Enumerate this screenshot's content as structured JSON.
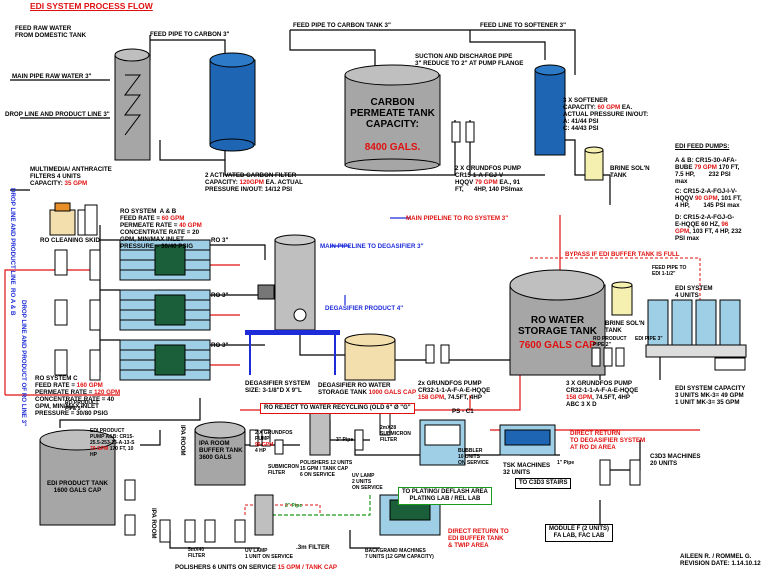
{
  "title": "EDI SYSTEM PROCESS FLOW",
  "colors": {
    "red": "#e01010",
    "blue": "#1d2bd8",
    "green": "#118a18",
    "tank_blue": "#1e66b4",
    "tank_grey": "#a6a6a6",
    "tank_cream": "#f3dfae",
    "tank_pale": "#f6f0b0",
    "module_blue": "#9fcfe6",
    "box_border": "#000000"
  },
  "labels": {
    "feed_raw_water": "FEED RAW WATER\nFROM DOMESTIC TANK",
    "main_pipe_raw_water": "MAIN PIPE RAW WATER 3\"",
    "drop_line_product": "DROP LINE AND PRODUCT LINE 3\"",
    "feed_pipe_carbon_1": "FEED PIPE TO CARBON 3\"",
    "feed_pipe_carbon_tank": "FEED PIPE TO CARBON TANK 3\"",
    "feed_line_softener": "FEED LINE TO SOFTENER 3\"",
    "suction_discharge": "SUCTION AND DISCHARGE PIPE\n3\" REDUCE TO 2\" AT PUMP FLANGE",
    "multimedia": "MULTIMEDIA/ ANTHRACITE\nFILTERS 4 UNITS\nCAPACITY: ",
    "multimedia_cap": "35 GPM",
    "carbon_filter": "2 ACTIVATED CARBON FILTER\nCAPACITY: ",
    "carbon_filter_cap": "120GPM",
    "carbon_filter_rest": " EA. ACTUAL\nPRESSURE IN/OUT: 14/12 PSI",
    "grundfos_1": "2 X GRUNDFOS PUMP\nCR15-1-A-FGJ-V-\nHQQV ",
    "grundfos_1_flow": "79 GPM",
    "grundfos_1_rest": " EA., 91\nFT,      4HP, 140 PSImax",
    "softener": "3 X SOFTENER\nCAPACITY: ",
    "softener_cap": "60 GPM",
    "softener_rest": " EA.\nACTUAL PRESSURE IN/OUT:\nA: 41/44 PSI\nC: 44/43 PSI",
    "brine_soln_1": "BRINE SOL'N\nTANK",
    "edi_feed_pumps_title": "EDI FEED PUMPS:",
    "edi_feed_pumps_ab": "A & B: CR15-30-AFA-\nBUBE ",
    "edi_feed_pumps_ab_flow": "79 GPM",
    "edi_feed_pumps_ab_rest": " 170 FT,\n7.5 HP,        232 PSI\nmax",
    "edi_feed_pumps_c": "C: CR15-2-A-FGJ-I-V-\nHQQV ",
    "edi_feed_pumps_c_flow": "90 GPM",
    "edi_feed_pumps_c_rest": ", 101 FT,\n4 HP,        145 PSI max",
    "edi_feed_pumps_d": "D: CR15-2-A-FGJ-G-\nE-HQQE 60 HZ, ",
    "edi_feed_pumps_d_flow": "96\nGPM",
    "edi_feed_pumps_d_rest": ", 103 FT, 4 HP, 232\nPSI max",
    "ro_system_ab": "RO SYSTEM  A & B\nFEED RATE = ",
    "ro_system_ab_feed": "60 GPM",
    "ro_system_ab_perm_l": "\nPERMEATE RATE = ",
    "ro_system_ab_perm": "40 GPM",
    "ro_system_ab_rest": "\nCONCENTRATE RATE = 20\nGPM, MIN/MAX INLET\nPRESSURE = 30/40 PSIG",
    "ro_cleaning_skid": "RO CLEANING SKID",
    "main_pipeline_ro": "MAIN PIPELINE TO RO SYSTEM 3\"",
    "main_pipeline_degasifier": "MAIN PIPELINE TO DEGASIFIER 3\"",
    "degasifier_product": "DEGASIFIER PRODUCT 4\"",
    "ro_3in_1": "RO 3\"",
    "ro_3in_2": "RO 3\"",
    "ro_3in_3": "RO 3\"",
    "drop_line_ro_ab": "DROP LINE AND PRODUCT LINE  RO A & B",
    "drop_line_ro_c": "DROP LINE AND PRODUCT OF RO LINE 3\"",
    "ro_system_c": "RO SYSTEM C\nFEED RATE = ",
    "ro_system_c_feed": "160 GPM",
    "ro_system_c_perm_l": "\nPERMEATE RATE = ",
    "ro_system_c_perm": "120 GPM",
    "ro_system_c_rest": "\nCONCENTRATE RATE = 40\nGPM, MIN/MAX INLET\nPRESSURE = 30/80 PSIG",
    "degasifier_system": "DEGASIFIER SYSTEM\nSIZE: 3-1/8\"D X 9\"L",
    "degasifier_ro_water": "DEGASIFIER RO WATER\nSTORAGE TANK ",
    "degasifier_ro_water_cap": "1000 GALS CAP",
    "ro_reject": "RO REJECT TO WATER RECYCLING (OLD 6\" Ø \"G\"",
    "grundfos_2x": "2x GRUNDFOS PUMP\nCR32-1-1-A-F-A-E-HQQE\n",
    "grundfos_2x_flow": "158 GPM",
    "grundfos_2x_rest": ", 74.5FT, 4HP",
    "bypass": "BYPASS IF EDI BUFFER TANK IS FULL",
    "feed_pipe_edi": "FEED PIPE TO\nEDI 1-1/2\"",
    "brine_soln_2": "BRINE SOL'N\nTANK",
    "ro_product_pipe": "RO PRODUCT\nPIPE 2\"",
    "edi_pipe": "EDI PIPE 3\"",
    "grundfos_3x": "3 X GRUNDFOS PUMP\nCR32-1-1-A-F-A-E-HQQE\n",
    "grundfos_3x_flow": "158 GPM",
    "grundfos_3x_rest": ", 74.5FT, 4HP\nABC 3 X D",
    "edi_system_4": "EDI SYSTEM\n4 UNITS",
    "edi_capacity": "EDI SYSTEM CAPACITY\n3 UNITS MK-3= 49 GPM\n1 UNIT MK-3= 35 GPM",
    "ro_water_tank": "RO WATER\nSTORAGE TANK",
    "ro_water_tank_cap": "7600 GALS CAP",
    "carbon_permeate_tank": "CARBON\nPERMEATE TANK\nCAPACITY:",
    "carbon_permeate_tank_cap": "8400 GALS.",
    "ro_product_pipe2": "RO PRODUCT\nPIPE 3\"",
    "edi_product_pump": "EDI PRODUCT\nPUMP A&B: CR15-\n25.5-253-15-A-13-S\n",
    "edi_product_pump_flow": "79 GPM",
    "edi_product_pump_rest": " 170 FT, 10\nHP",
    "edi_product_tank": "EDI PRODUCT TANK\n1600 GALS CAP",
    "ipa_room_1": "IPA ROOM",
    "ipa_room_2": "IPA ROOM",
    "ipa_buffer_tank": "IPA ROOM\nBUFFER TANK\n3600 GALS",
    "uf_pump": "2 X GRUNDFOS\nPUMP\n",
    "uf_pump_flow": "90 GPM",
    "uf_pump_rest": "\n4 HP",
    "submicron_1": "SUBMICRON\nFILTER",
    "polishers": "POLISHERS 12 UNITS\n15 GPM / TANK CAP\n6 ON SERVICE",
    "uv_lamp_1": "UV LAMP\n2 UNITS\nON SERVICE",
    "submicron_2": "2mX28\nSUBMICRON\nFILTER",
    "ps_c1": "PS - C1",
    "bubbler": "BUBBLER\n10 UNITS\nON SERVICE",
    "tsk_machines": "TSK MACHINES\n32 UNITS",
    "direct_return_degasifier": "DIRECT RETURN\nTO DEGASIFIER SYSTEM\nAT RO DI AREA",
    "c3d3_machines": "C3D3 MACHINES\n20 UNITS",
    "to_plating": "TO PLATING/ DEFLASH AREA\nPLATING LAB / REL LAB",
    "to_c3d3": "TO C3D3 STAIRS",
    "module_f": "MODULE F (2 UNITS)\nFA LAB, FAC LAB",
    "direct_return_edi": "DIRECT RETURN TO\nEDI BUFFER TANK\n& TWIP AREA",
    "background_machines": "BACKGRAND MACHINES\n7 UNITS (12 GPM CAPACITY)",
    "um_filter": ".3m FILTER",
    "uv_lamp_2": "UV LAMP\n1 UNIT ON SERVICE",
    "polishers_2": "POLISHERS 6 UNITS ON SERVICE ",
    "polishers_2_cap": "15 GPM / TANK CAP",
    "filter_5x": "5mX40\nFILTER",
    "pipe_2in": "2\" Pipe",
    "pipe_3in": "3\" Pipe",
    "pipe_4in": "1\" Pipe",
    "author": "AILEEN R. / ROMMEL G.\nREVISION DATE: 1.14.10.12"
  }
}
